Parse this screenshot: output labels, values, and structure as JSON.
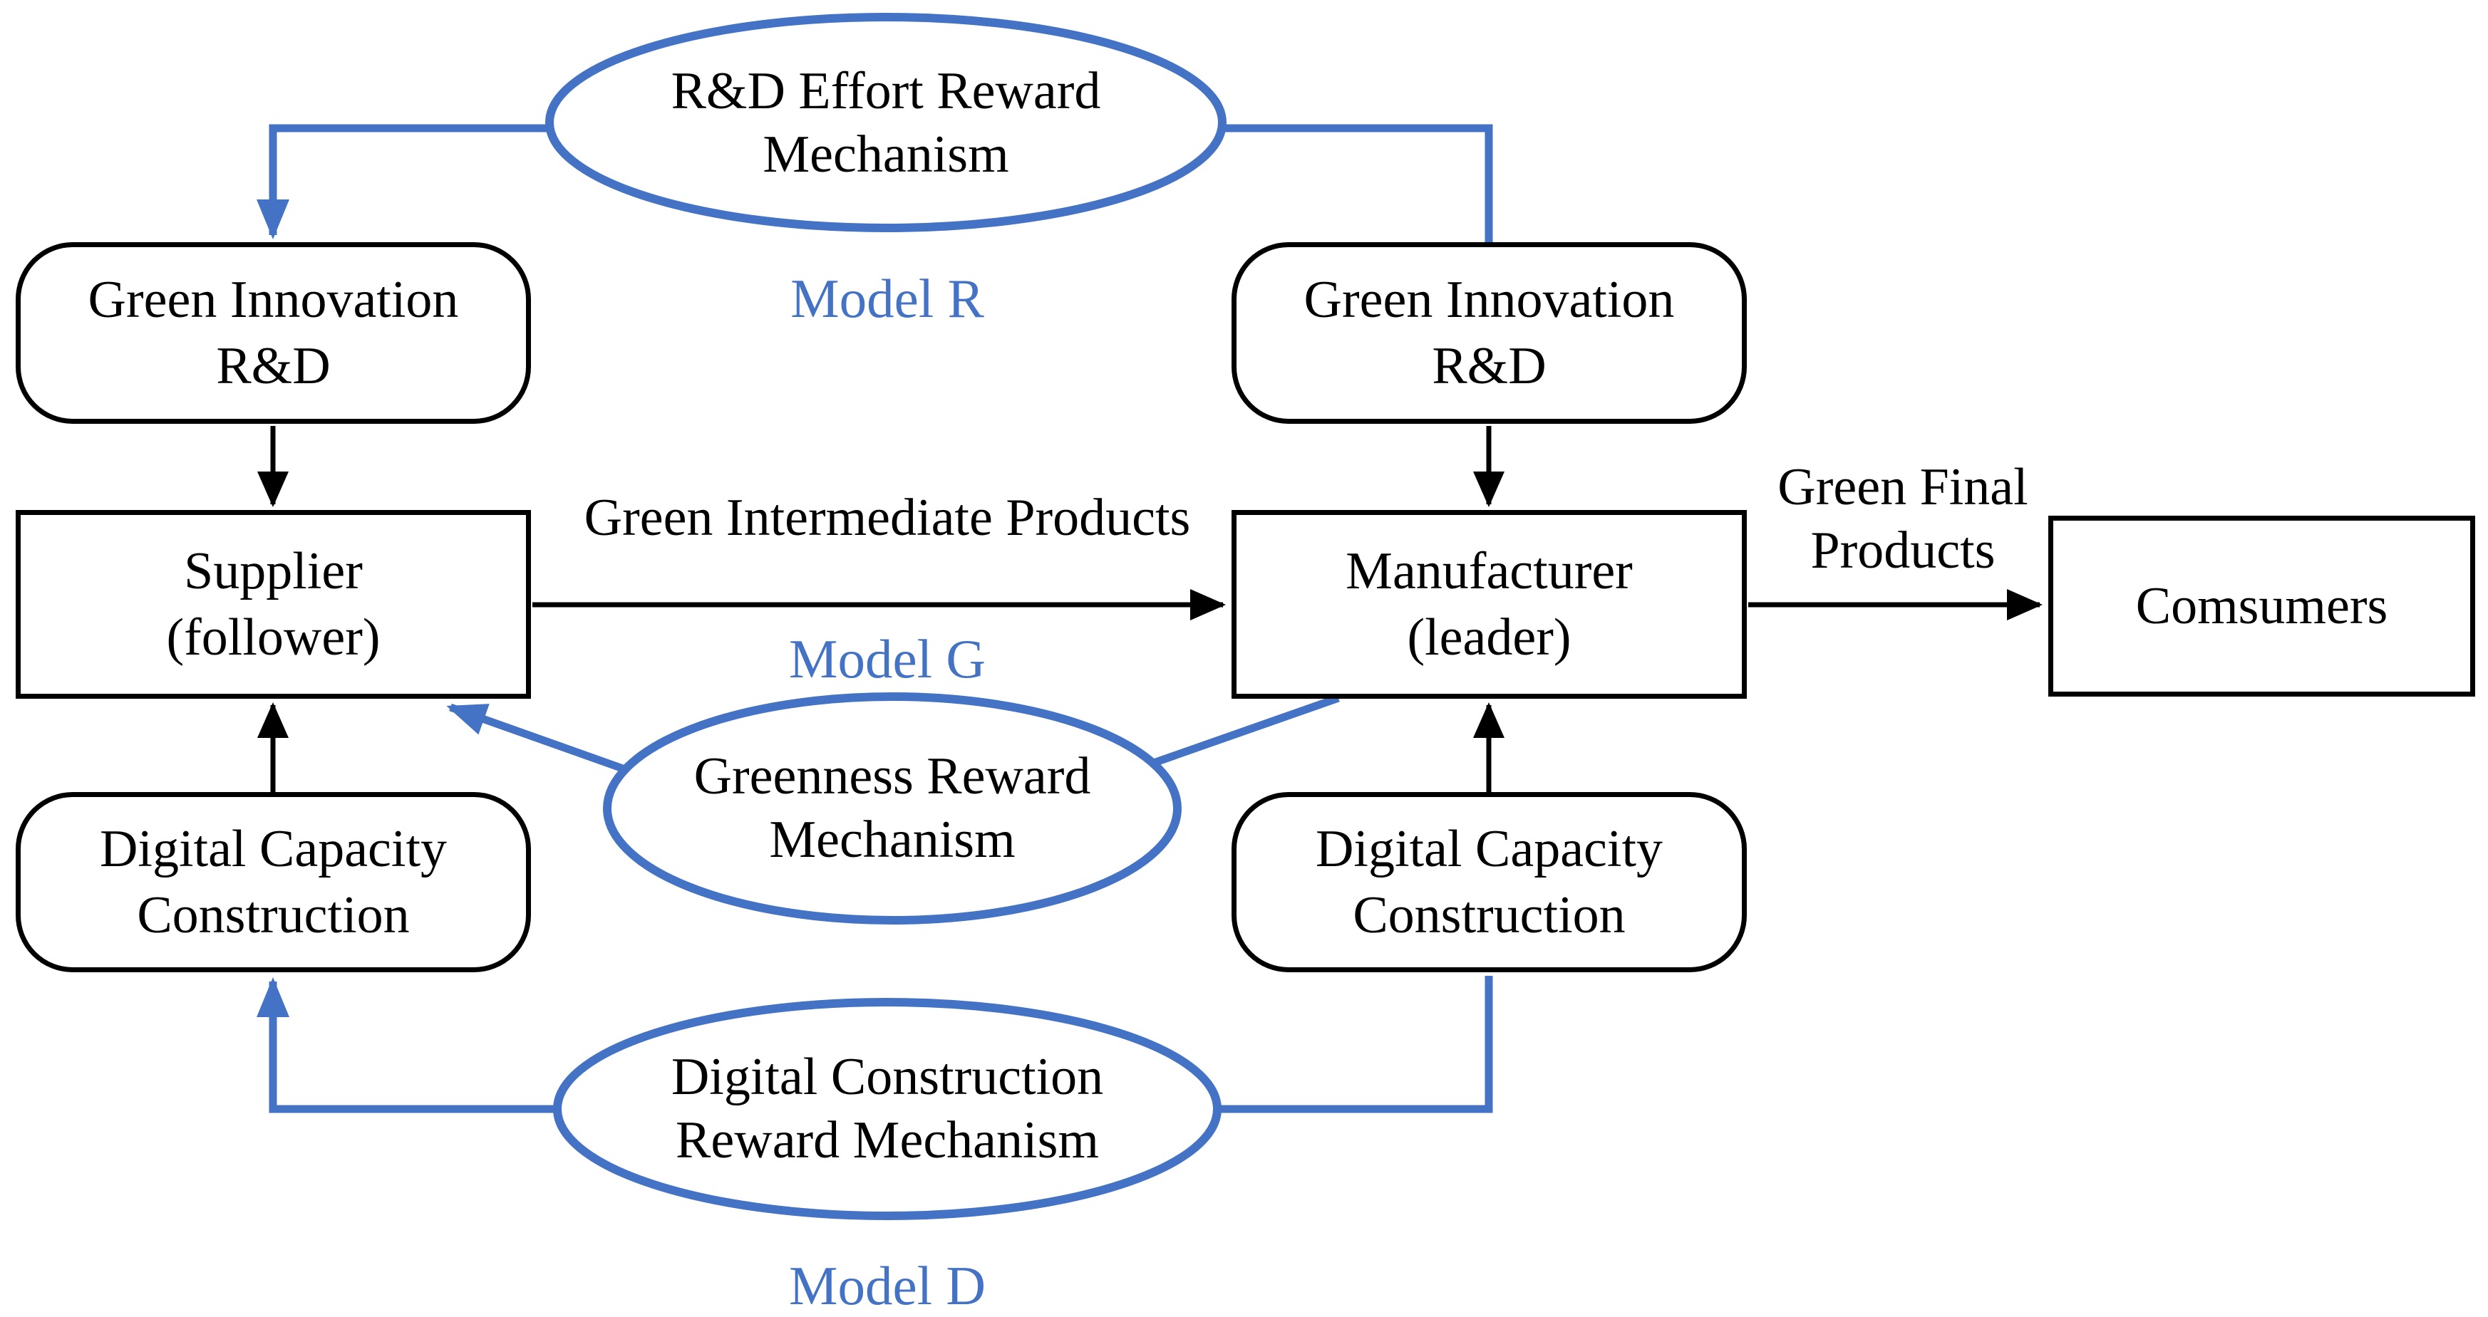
{
  "diagram": {
    "colors": {
      "accent_blue": "#4472C4",
      "line_black": "#000000",
      "background": "#FFFFFF"
    },
    "nodes": {
      "green_rnd_left": "Green Innovation\nR&D",
      "supplier": "Supplier\n(follower)",
      "digital_left": "Digital Capacity\nConstruction",
      "green_rnd_right": "Green Innovation\nR&D",
      "manufacturer": "Manufacturer\n(leader)",
      "digital_right": "Digital Capacity\nConstruction",
      "consumers": "Comsumers"
    },
    "mechanisms": {
      "rnd_effort": "R&D Effort Reward\nMechanism",
      "greenness": "Greenness Reward\nMechanism",
      "digital_construction": "Digital Construction\nReward Mechanism"
    },
    "models": {
      "r": "Model R",
      "g": "Model G",
      "d": "Model D"
    },
    "flows": {
      "intermediate": "Green Intermediate Products",
      "final": "Green Final\nProducts"
    }
  }
}
